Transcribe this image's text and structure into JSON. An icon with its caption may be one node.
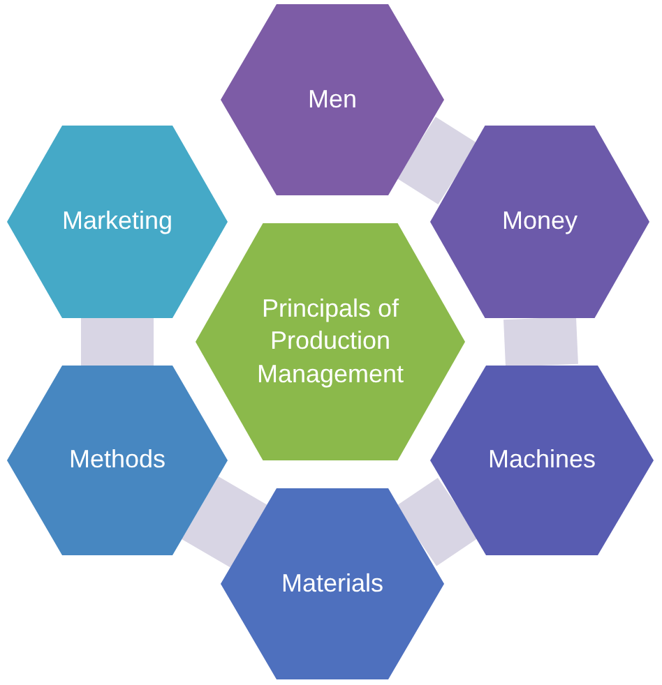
{
  "diagram": {
    "nodes": [
      {
        "text": [
          "Men"
        ]
      },
      {
        "text": [
          "Marketing"
        ]
      },
      {
        "text": [
          "Money"
        ]
      },
      {
        "text": [
          "Principals of Production Management"
        ]
      },
      {
        "text": [
          "Methods"
        ]
      },
      {
        "text": [
          "Machines"
        ]
      },
      {
        "text": [
          "Materials"
        ]
      }
    ],
    "edges": [
      {
        "from": 0,
        "to": 2,
        "arrow": "none"
      },
      {
        "from": 2,
        "to": 5,
        "arrow": "none"
      },
      {
        "from": 5,
        "to": 6,
        "arrow": "none"
      },
      {
        "from": 6,
        "to": 4,
        "arrow": "none"
      },
      {
        "from": 4,
        "to": 1,
        "arrow": "none"
      }
    ]
  }
}
